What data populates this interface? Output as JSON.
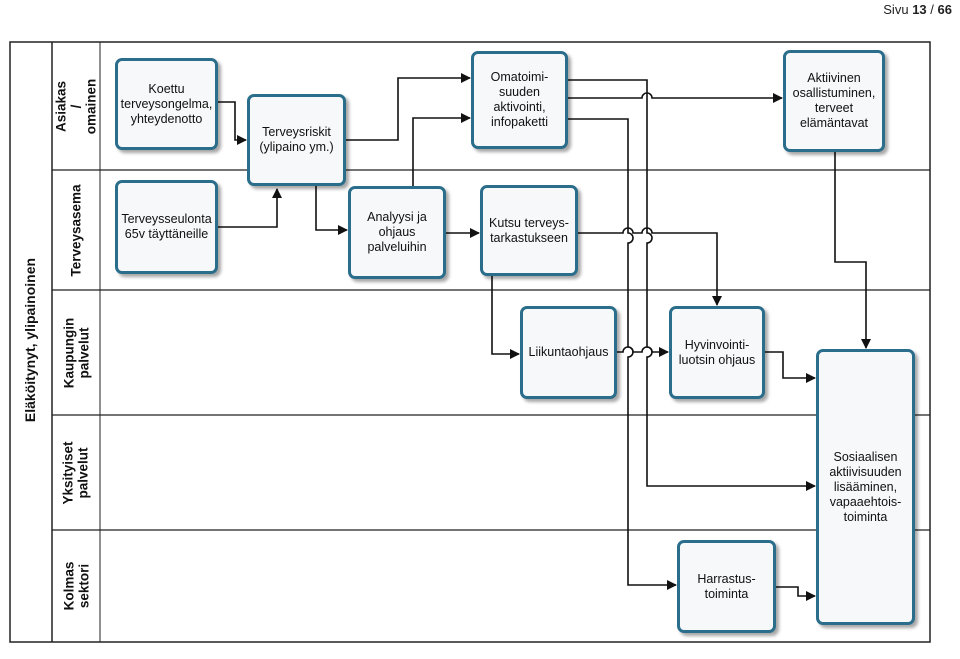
{
  "page": {
    "prefix": "Sivu",
    "current": "13",
    "separator": "/",
    "total": "66"
  },
  "pool": {
    "title": "Eläköitynyt, ylipainoinen"
  },
  "lanes": [
    {
      "id": "asiakas",
      "label": "Asiakas /\nomainen"
    },
    {
      "id": "terveysasema",
      "label": "Terveysasema"
    },
    {
      "id": "kaupungin",
      "label": "Kaupungin\npalvelut"
    },
    {
      "id": "yksityiset",
      "label": "Yksityiset\npalvelut"
    },
    {
      "id": "kolmas",
      "label": "Kolmas\nsektori"
    }
  ],
  "nodes": {
    "koettu": "Koettu\nterveysongelma,\nyhteydenotto",
    "terveysriskit": "Terveysriskit\n(ylipaino ym.)",
    "omatoimisuuden": "Omatoimi-\nsuuden\naktivointi,\ninfopaketti",
    "aktiivinen": "Aktiivinen\nosallistuminen,\nterveet\nelämäntavat",
    "terveysseulonta": "Terveysseulonta\n65v täyttäneille",
    "analyysi": "Analyysi ja\nohjaus\npalveluihin",
    "kutsu": "Kutsu terveys-\ntarkastukseen",
    "liikuntaohjaus": "Liikuntaohjaus",
    "hyvinvointi": "Hyvinvointi-\nluotsin ohjaus",
    "sosiaalisen": "Sosiaalisen\naktiivisuuden\nlisääminen,\nvapaaehtois-\ntoiminta",
    "harrastus": "Harrastus-\ntoiminta"
  }
}
